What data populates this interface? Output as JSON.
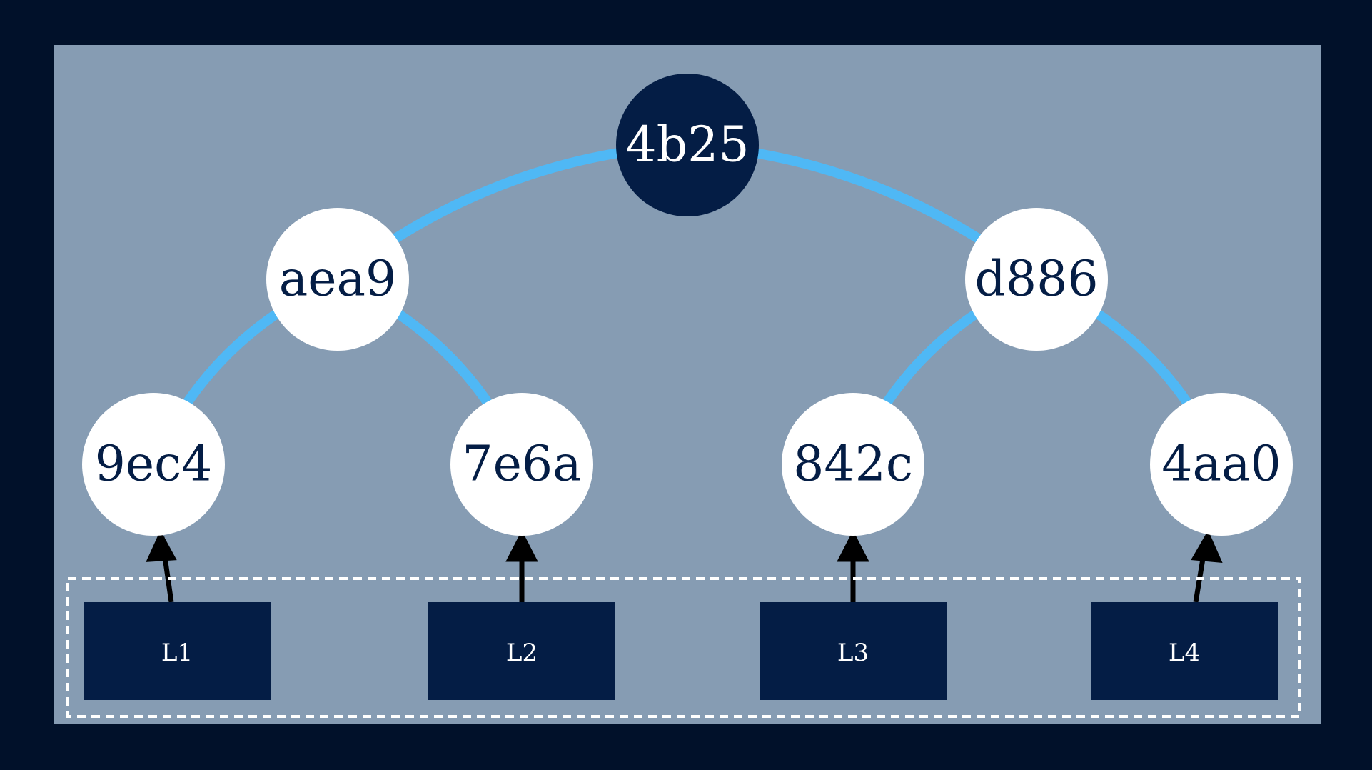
{
  "colors": {
    "outer_background": "#01112a",
    "panel": "#869cb3",
    "edge": "#4fb8f5",
    "root_fill": "#041d45",
    "root_text": "#ffffff",
    "node_fill": "#ffffff",
    "node_text": "#041d45",
    "leaf_fill": "#041d45",
    "leaf_text": "#ffffff",
    "arrow": "#000000",
    "dashed_border": "#ffffff"
  },
  "tree": {
    "root": "4b25",
    "level1": [
      "aea9",
      "d886"
    ],
    "level2": [
      "9ec4",
      "7e6a",
      "842c",
      "4aa0"
    ]
  },
  "leaves": [
    "L1",
    "L2",
    "L3",
    "L4"
  ]
}
